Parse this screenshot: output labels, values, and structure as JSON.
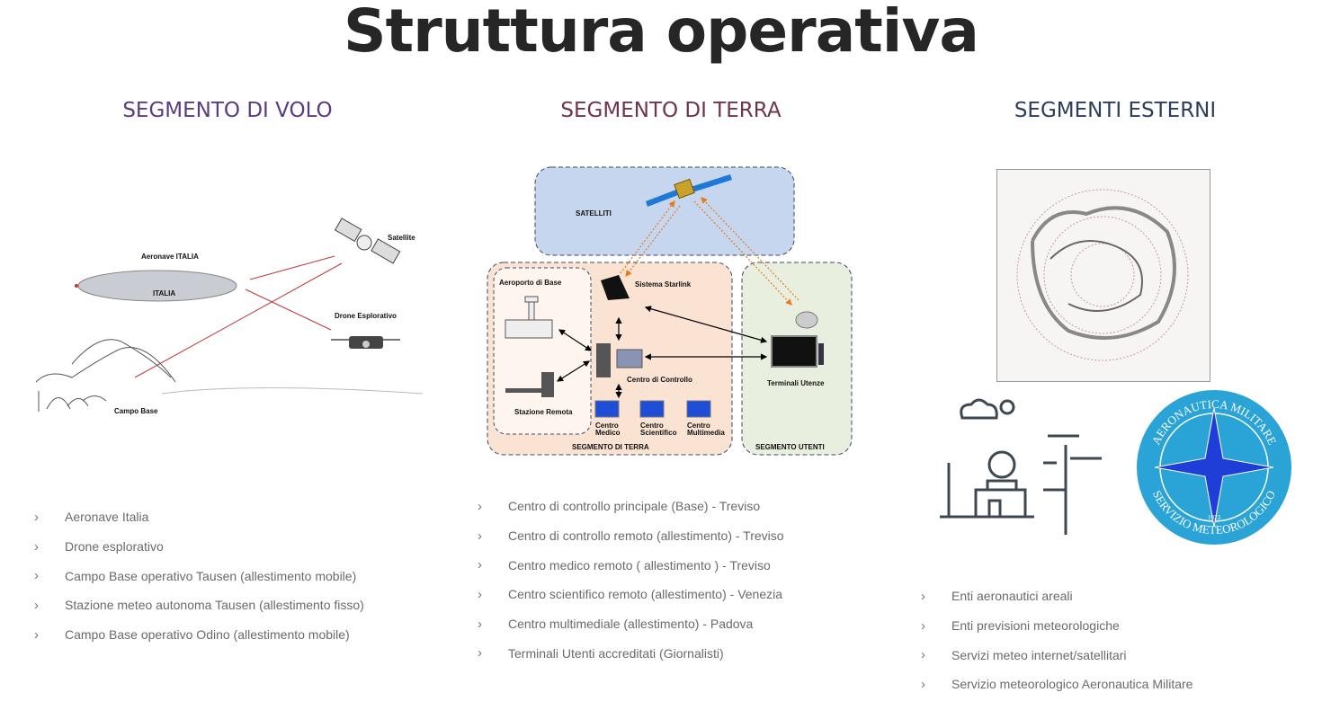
{
  "title": "Struttura operativa",
  "columns": [
    {
      "heading": "SEGMENTO DI VOLO",
      "color": "#5a3c80",
      "diagram": {
        "airship": "Aeronave ITALIA",
        "airship_text": "ITALIA",
        "satellite": "Satellite",
        "drone": "Drone Esplorativo",
        "camp": "Campo Base"
      },
      "items": [
        "Aeronave Italia",
        "Drone esplorativo",
        "Campo Base operativo Tausen (allestimento mobile)",
        "Stazione meteo autonoma Tausen (allestimento fisso)",
        "Campo Base operativo Odino (allestimento mobile)"
      ]
    },
    {
      "heading": "SEGMENTO DI TERRA",
      "color": "#6e3450",
      "diagram": {
        "satellites": "SATELLITI",
        "starlink": "Sistema Starlink",
        "airport": "Aeroporto di Base",
        "remote": "Stazione Remota",
        "control": "Centro di Controllo",
        "medico": [
          "Centro",
          "Medico"
        ],
        "scientifico": [
          "Centro",
          "Scientifico"
        ],
        "multimedia": [
          "Centro",
          "Multimedia"
        ],
        "terminals": "Terminali Utenze",
        "ground_segment": "SEGMENTO DI TERRA",
        "user_segment": "SEGMENTO UTENTI"
      },
      "items": [
        "Centro di controllo principale (Base) - Treviso",
        "Centro di controllo remoto (allestimento) - Treviso",
        "Centro medico remoto ( allestimento ) - Treviso",
        "Centro scientifico remoto (allestimento) - Venezia",
        "Centro multimediale (allestimento) - Padova",
        "Terminali Utenti accreditati (Giornalisti)"
      ]
    },
    {
      "heading": "SEGMENTI ESTERNI",
      "color": "#2c3d5c",
      "seal": {
        "top": "AERONAUTICA MILITARE",
        "bottom": "SERVIZIO METEOROLOGICO",
        "year": "1923"
      },
      "items": [
        "Enti aeronautici areali",
        "Enti previsioni meteorologiche",
        "Servizi meteo internet/satellitari",
        "Servizio meteorologico Aeronautica Militare"
      ]
    }
  ]
}
